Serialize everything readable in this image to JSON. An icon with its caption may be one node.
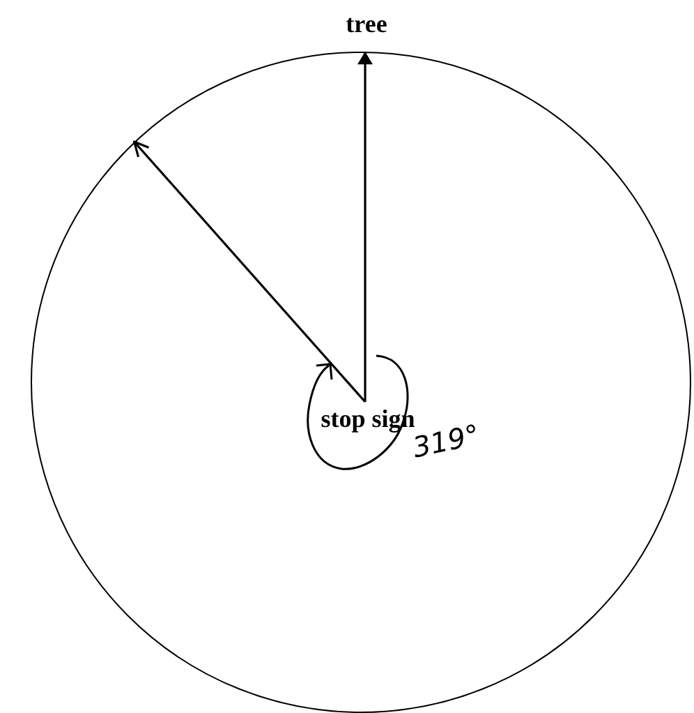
{
  "diagram": {
    "nodes": [
      {
        "text": [],
        "shape": "circle"
      },
      {
        "text": [
          "tree"
        ]
      },
      {
        "text": [
          "stop sign"
        ],
        "in": 0
      }
    ],
    "edges": [
      {
        "from": 2,
        "to": 1,
        "arrow": "to"
      },
      {
        "from": 2,
        "to": 0,
        "arrow": "to"
      }
    ],
    "labels": [
      "319°"
    ]
  }
}
